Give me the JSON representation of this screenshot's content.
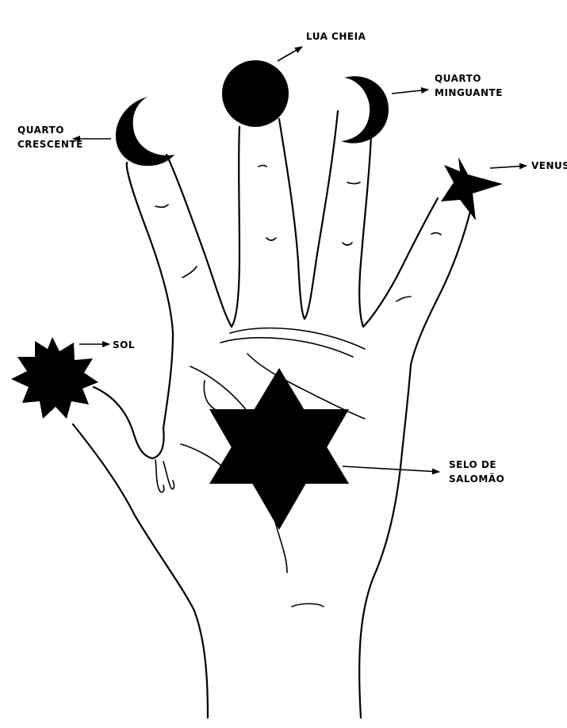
{
  "labels": {
    "full_moon": "LUA CHEIA",
    "first_quarter_line1": "QUARTO",
    "first_quarter_line2": "CRESCENTE",
    "last_quarter_line1": "QUARTO",
    "last_quarter_line2": "MINGUANTE",
    "venus": "VENUS",
    "sun": "SOL",
    "seal_line1": "SELO DE",
    "seal_line2": "SALOMÃO"
  },
  "colors": {
    "ink": "#000000",
    "paper": "#ffffff"
  },
  "symbols": {
    "full_moon": "filled-circle",
    "first_quarter": "crescent",
    "last_quarter": "crescent",
    "venus": "five-point-star",
    "sun": "sun-burst",
    "seal": "six-point-star"
  }
}
